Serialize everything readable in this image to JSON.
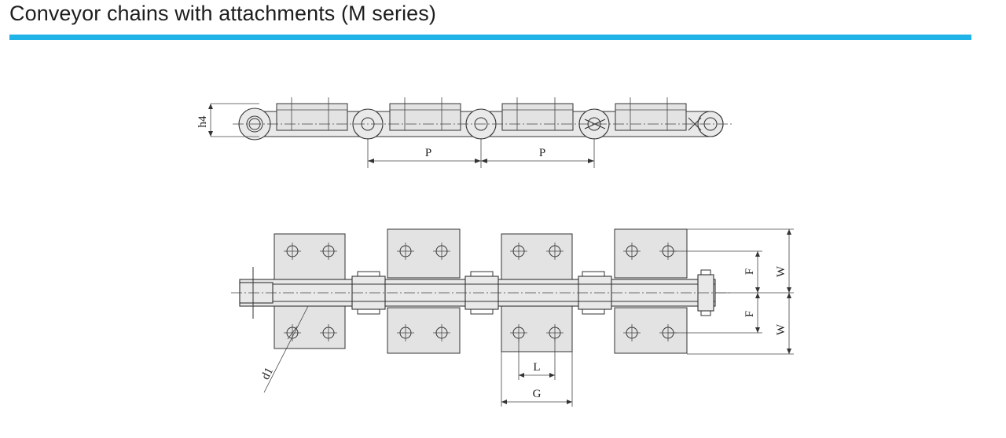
{
  "page": {
    "title": "Conveyor chains with attachments (M series)",
    "accent_color": "#1fb3e8"
  },
  "labels": {
    "h4": "h4",
    "pitch_1": "P",
    "pitch_2": "P",
    "f_top": "F",
    "f_bottom": "F",
    "w_top": "W",
    "w_bottom": "W",
    "l": "L",
    "g": "G",
    "d1": "d1"
  }
}
